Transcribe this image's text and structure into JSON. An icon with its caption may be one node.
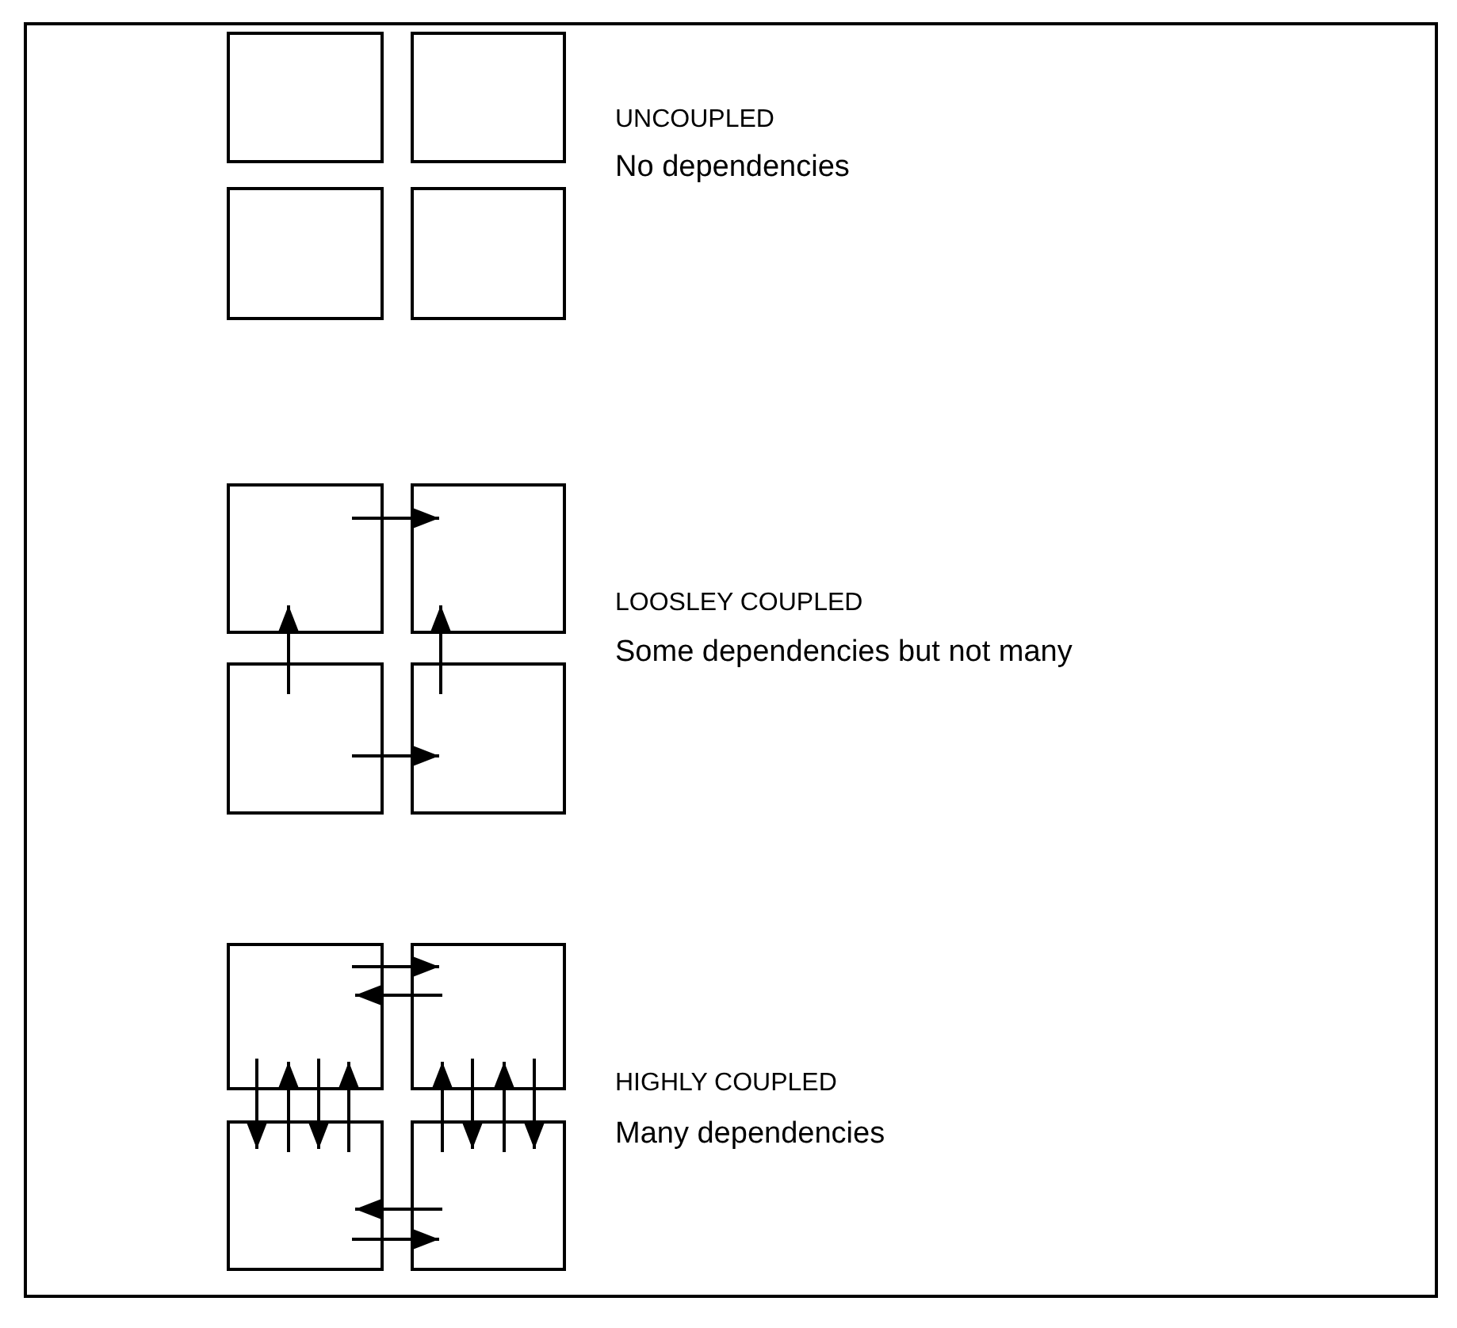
{
  "diagram": {
    "nodes": [
      {
        "text": [],
        "shape": "box"
      },
      {
        "text": [],
        "shape": "box"
      },
      {
        "text": [],
        "shape": "box"
      },
      {
        "text": [],
        "shape": "box"
      },
      {
        "text": [],
        "shape": "box"
      },
      {
        "text": [],
        "shape": "box"
      },
      {
        "text": [],
        "shape": "box"
      },
      {
        "text": [],
        "shape": "box"
      },
      {
        "text": [],
        "shape": "box"
      },
      {
        "text": [],
        "shape": "box"
      },
      {
        "text": [],
        "shape": "box"
      },
      {
        "text": [],
        "shape": "box"
      }
    ],
    "edges": [
      {
        "from": 4,
        "to": 5,
        "arrow": "to"
      },
      {
        "from": 6,
        "to": 4,
        "arrow": "to"
      },
      {
        "from": 7,
        "to": 5,
        "arrow": "to"
      },
      {
        "from": 6,
        "to": 7,
        "arrow": "to"
      },
      {
        "from": 8,
        "to": 9,
        "arrow": "to"
      },
      {
        "from": 9,
        "to": 8,
        "arrow": "to"
      },
      {
        "from": 8,
        "to": 10,
        "arrow": "to"
      },
      {
        "from": 10,
        "to": 8,
        "arrow": "to"
      },
      {
        "from": 8,
        "to": 10,
        "arrow": "to"
      },
      {
        "from": 10,
        "to": 8,
        "arrow": "to"
      },
      {
        "from": 11,
        "to": 9,
        "arrow": "to"
      },
      {
        "from": 9,
        "to": 11,
        "arrow": "to"
      },
      {
        "from": 11,
        "to": 9,
        "arrow": "to"
      },
      {
        "from": 9,
        "to": 11,
        "arrow": "to"
      },
      {
        "from": 11,
        "to": 10,
        "arrow": "to"
      },
      {
        "from": 10,
        "to": 11,
        "arrow": "to"
      }
    ],
    "labels": [
      "UNCOUPLED",
      "No dependencies",
      "LOOSLEY COUPLED",
      "Some dependencies but not many",
      "HIGHLY COUPLED",
      "Many dependencies"
    ]
  }
}
